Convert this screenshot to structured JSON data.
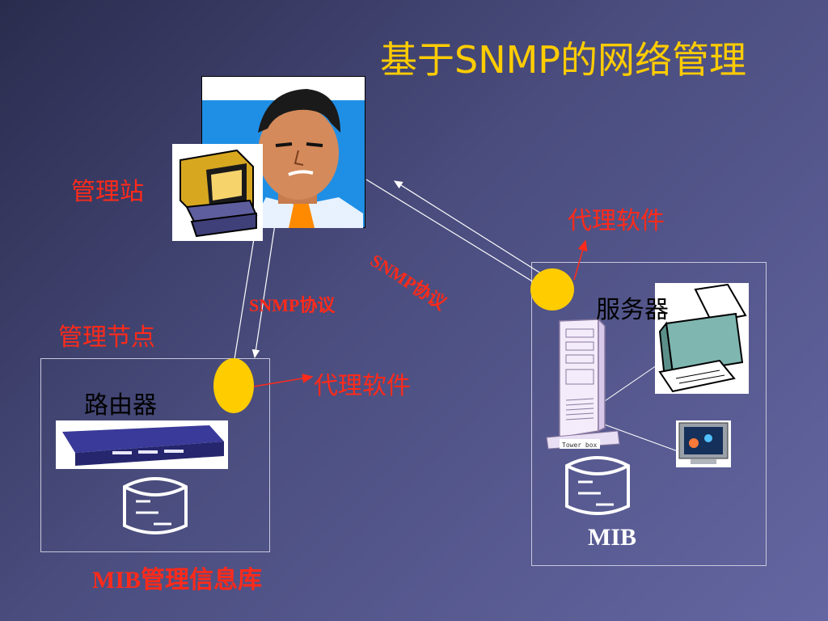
{
  "title": "基于SNMP的网络管理",
  "labels": {
    "management_station": "管理站",
    "agent_software_top": "代理软件",
    "snmp_protocol_diagonal": "SNMP协议",
    "snmp_protocol_vertical": "SNMP协议",
    "managed_node": "管理节点",
    "agent_software_left": "代理软件",
    "router": "路由器",
    "server": "服务器",
    "mib_right": "MIB",
    "mib_left": "MIB管理信息库",
    "tower_box": "Tower box"
  },
  "colors": {
    "title": "#ffcc00",
    "label_red": "#ff2a1a",
    "agent_dot": "#ffcc00",
    "line": "#ffffff"
  }
}
